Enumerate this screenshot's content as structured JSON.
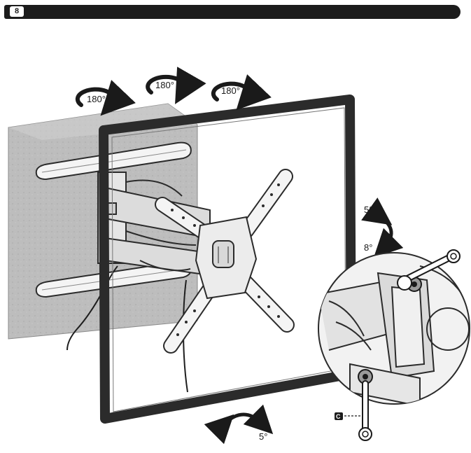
{
  "step": {
    "number": "8"
  },
  "rotation_labels": {
    "swivel_left": "180°",
    "swivel_middle": "180°",
    "swivel_right": "180°"
  },
  "tilt_labels": {
    "up": "5°",
    "down": "8°"
  },
  "level_labels": {
    "left": "5°",
    "right": "5°"
  },
  "callout": {
    "letter": "C"
  },
  "colors": {
    "wall": "#b9b9b9",
    "frame": "#2b2b2b",
    "bar": "#1c1c1c",
    "detail_bg": "#f2f2f2"
  }
}
